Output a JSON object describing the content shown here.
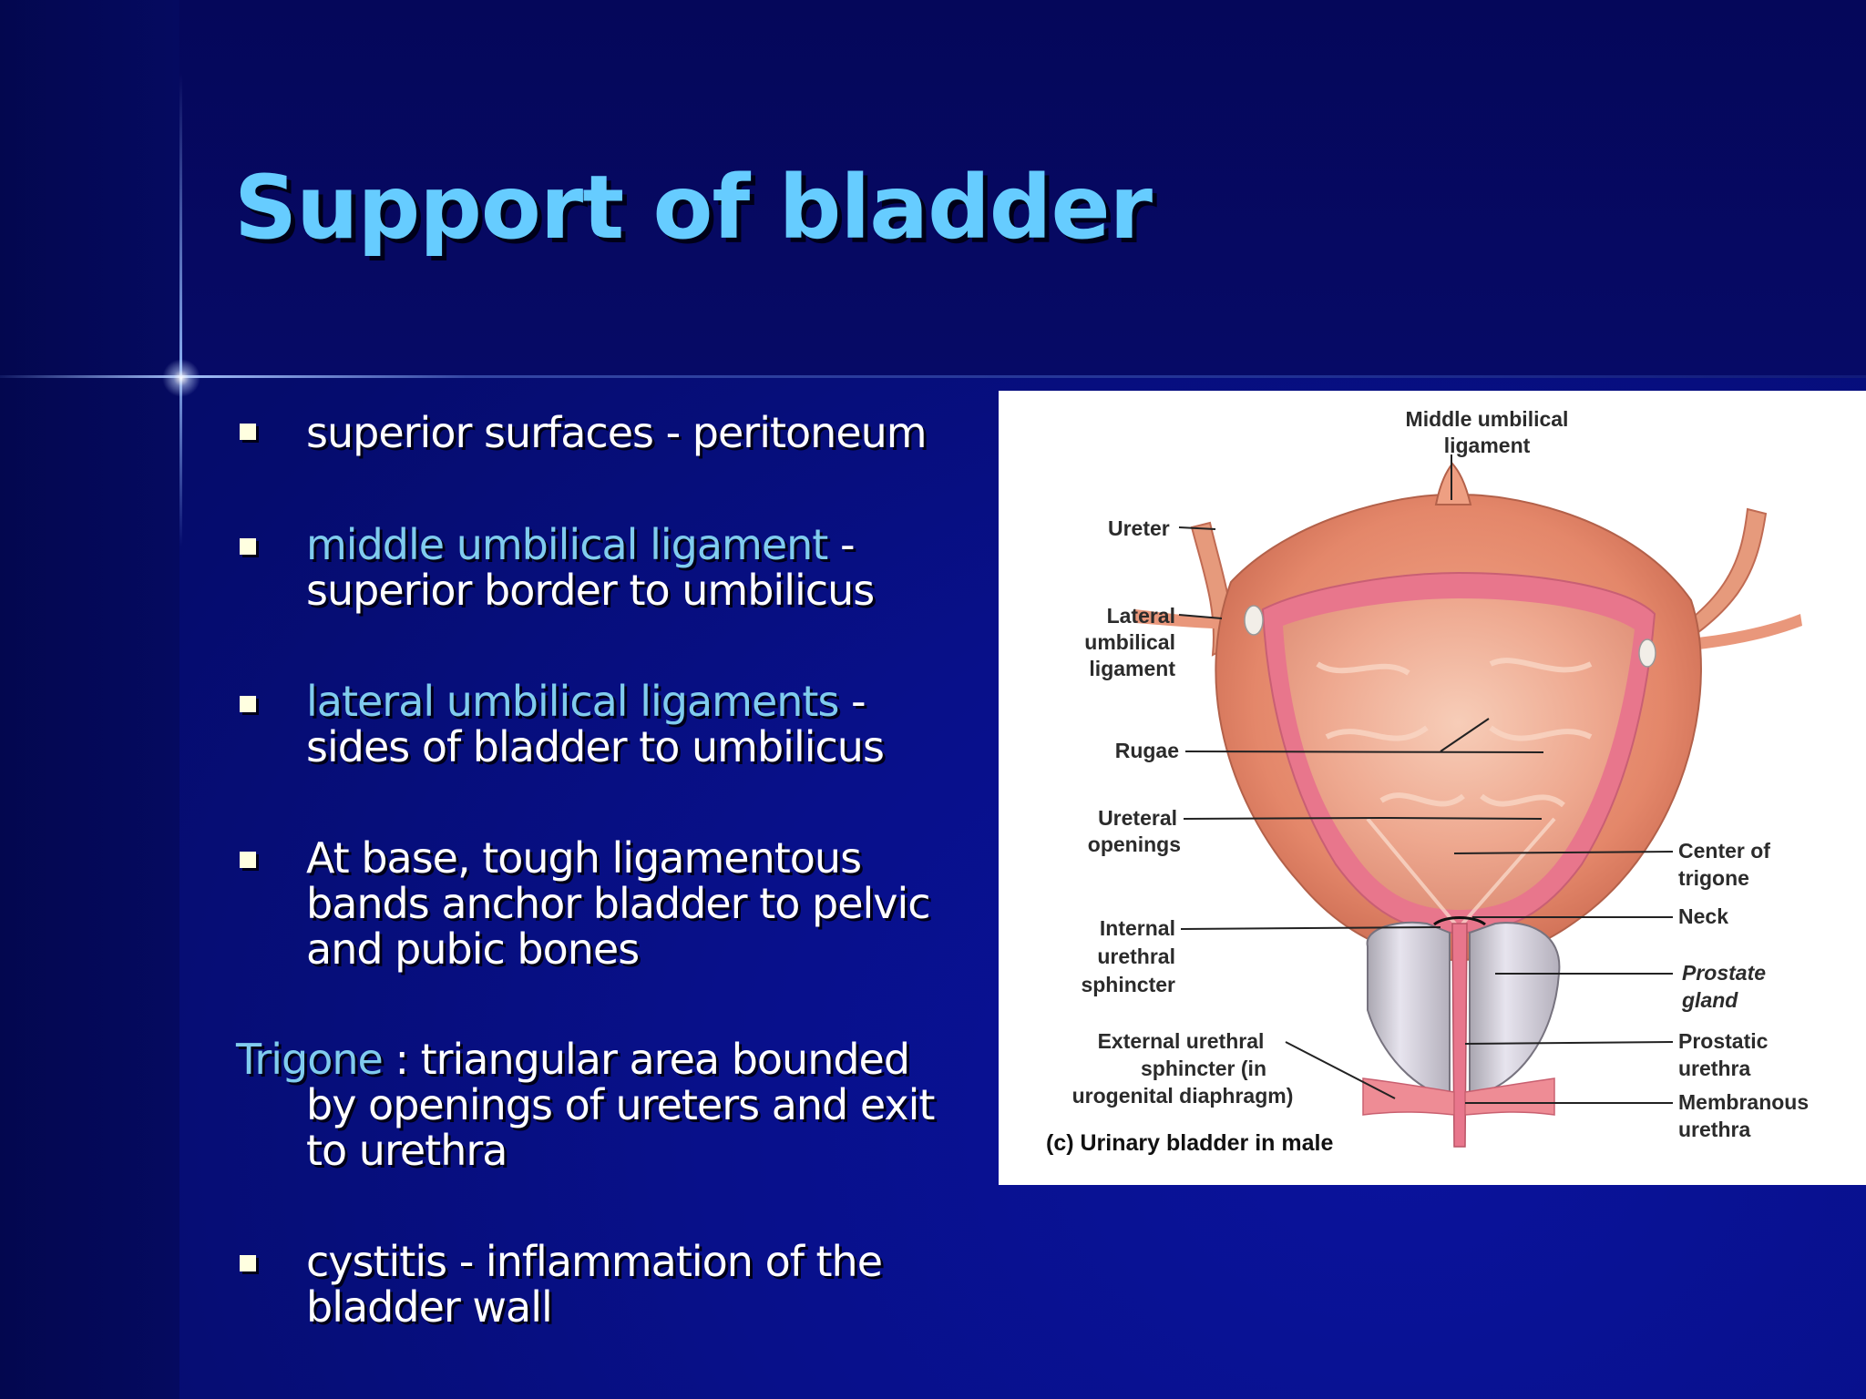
{
  "slide": {
    "title": "Support of bladder",
    "bullets": [
      {
        "text": "superior surfaces - peritoneum"
      },
      {
        "highlight": "middle umbilical ligament",
        "rest_line1": " -",
        "rest_line2": "superior border to umbilicus"
      },
      {
        "highlight": "lateral umbilical ligaments",
        "rest_line1": " -",
        "rest_line2": "sides of bladder to umbilicus"
      },
      {
        "lines": [
          "At base, tough ligamentous",
          "bands anchor bladder to pelvic",
          "and pubic bones"
        ]
      },
      {
        "lines": [
          "cystitis - inflammation of the",
          "bladder wall"
        ]
      }
    ],
    "trigone": {
      "term": "Trigone",
      "line1": " : triangular area bounded",
      "line2": "by openings of ureters and exit",
      "line3": "to urethra"
    }
  },
  "figure": {
    "labels": {
      "middle_umbilical": [
        "Middle umbilical",
        "ligament"
      ],
      "ureter": "Ureter",
      "lateral_umbilical": [
        "Lateral",
        "umbilical",
        "ligament"
      ],
      "rugae": "Rugae",
      "ureteral_openings": [
        "Ureteral",
        "openings"
      ],
      "internal_sphincter": [
        "Internal",
        "urethral",
        "sphincter"
      ],
      "external_sphincter": [
        "External urethral",
        "sphincter (in",
        "urogenital diaphragm)"
      ],
      "center_trigone": [
        "Center of",
        "trigone"
      ],
      "neck": "Neck",
      "prostate": [
        "Prostate",
        "gland"
      ],
      "prostatic_urethra": [
        "Prostatic",
        "urethra"
      ],
      "membranous_urethra": [
        "Membranous",
        "urethra"
      ]
    },
    "caption": "(c) Urinary bladder in male"
  },
  "colors": {
    "title": "#66ccff",
    "highlight_text": "#80ccee",
    "body_text": "#ffffff",
    "bullet": "#ffffe0",
    "background": "#050c6e"
  }
}
